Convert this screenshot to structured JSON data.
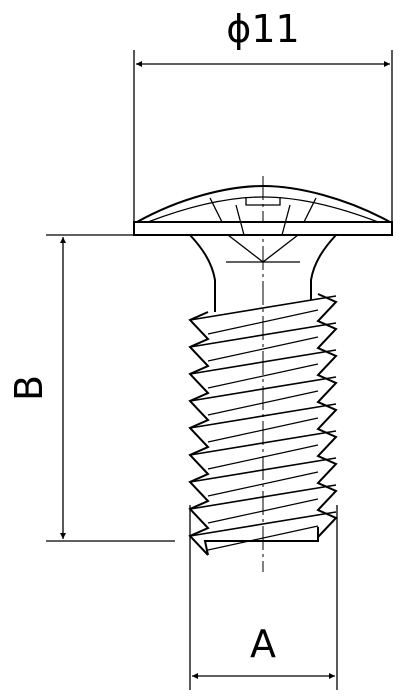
{
  "dimensions": {
    "head_diameter": "ϕ11",
    "length_label": "B",
    "thread_label": "A"
  },
  "colors": {
    "line": "#000000",
    "background": "#ffffff"
  }
}
